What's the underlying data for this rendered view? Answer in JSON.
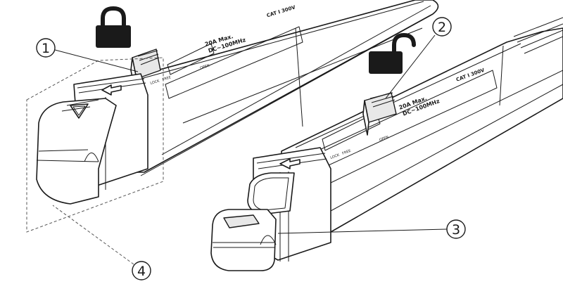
{
  "callouts": [
    {
      "number": "1"
    },
    {
      "number": "2"
    },
    {
      "number": "3"
    },
    {
      "number": "4"
    }
  ],
  "body_markings": {
    "rating": "20A Max.",
    "bandwidth": "DC~100MHz",
    "category": "CAT I 300V",
    "slider_lock": "LOCK",
    "slider_free": "FREE",
    "slider_open": "OPEN"
  },
  "icons": {
    "locked": "padlock-closed-icon",
    "unlocked": "padlock-open-icon",
    "arrow": "arrow-left-icon",
    "warning": "warning-triangle-icon"
  },
  "colors": {
    "line": "#1a1a1a",
    "padlock": "#1a1a1a",
    "brand_text": "#c8c8c8"
  }
}
